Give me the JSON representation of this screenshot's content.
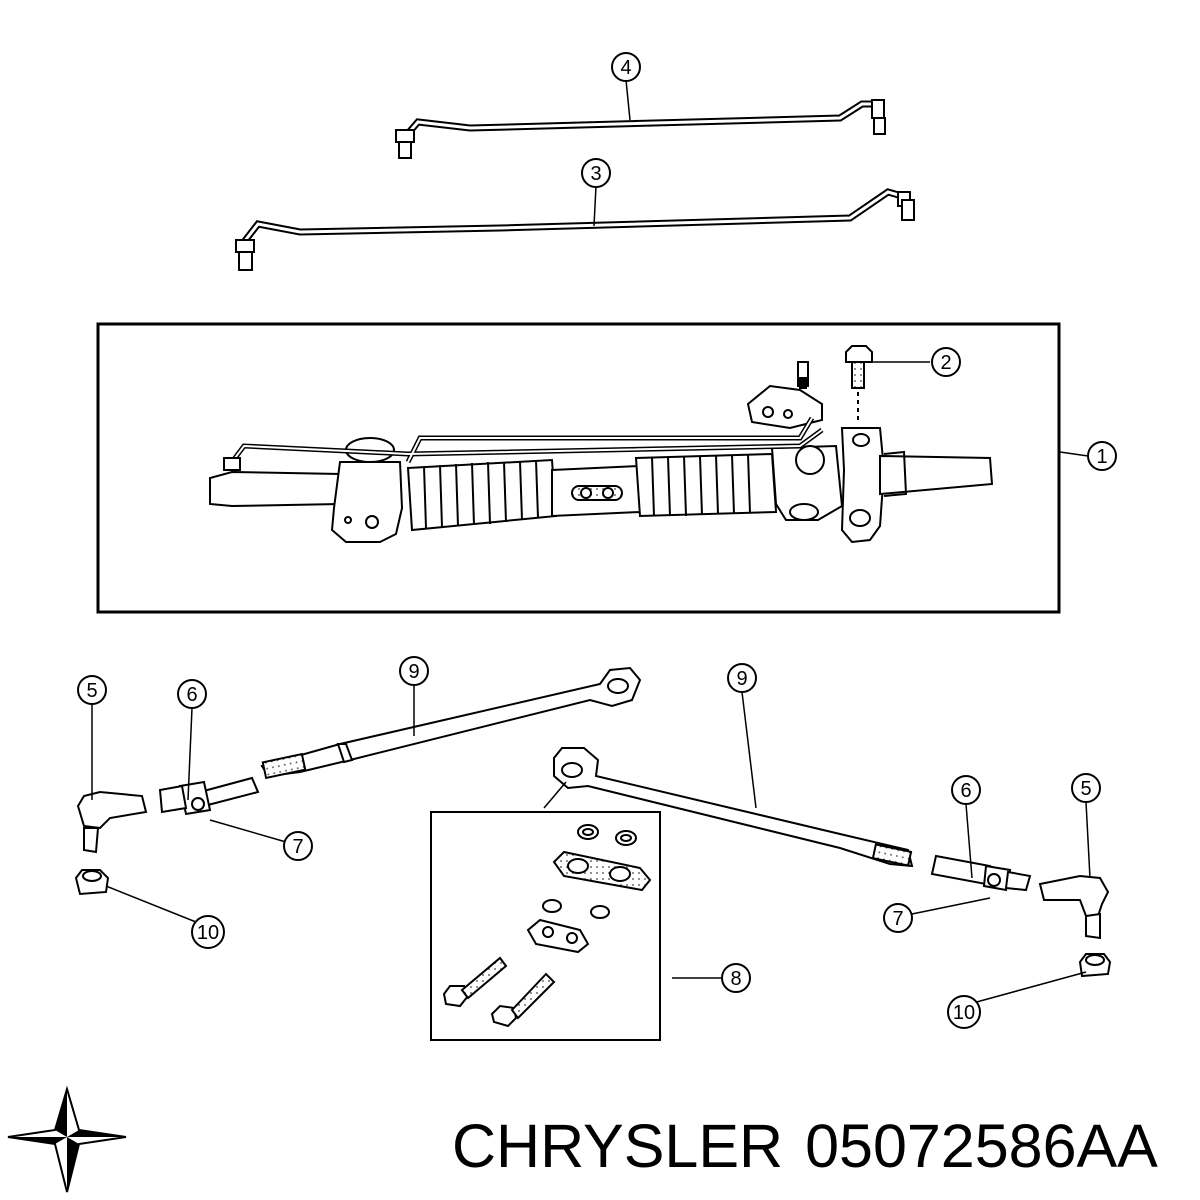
{
  "callouts": {
    "c1": "1",
    "c2": "2",
    "c3": "3",
    "c4": "4",
    "c5l": "5",
    "c6l": "6",
    "c7l": "7",
    "c9l": "9",
    "c10l": "10",
    "c5r": "5",
    "c6r": "6",
    "c7r": "7",
    "c9r": "9",
    "c10r": "10",
    "c8": "8"
  },
  "caption": {
    "brand": "CHRYSLER",
    "part_number": "05072586AA"
  },
  "colors": {
    "line": "#000000",
    "background": "#ffffff",
    "shade": "#cfcfcf"
  }
}
